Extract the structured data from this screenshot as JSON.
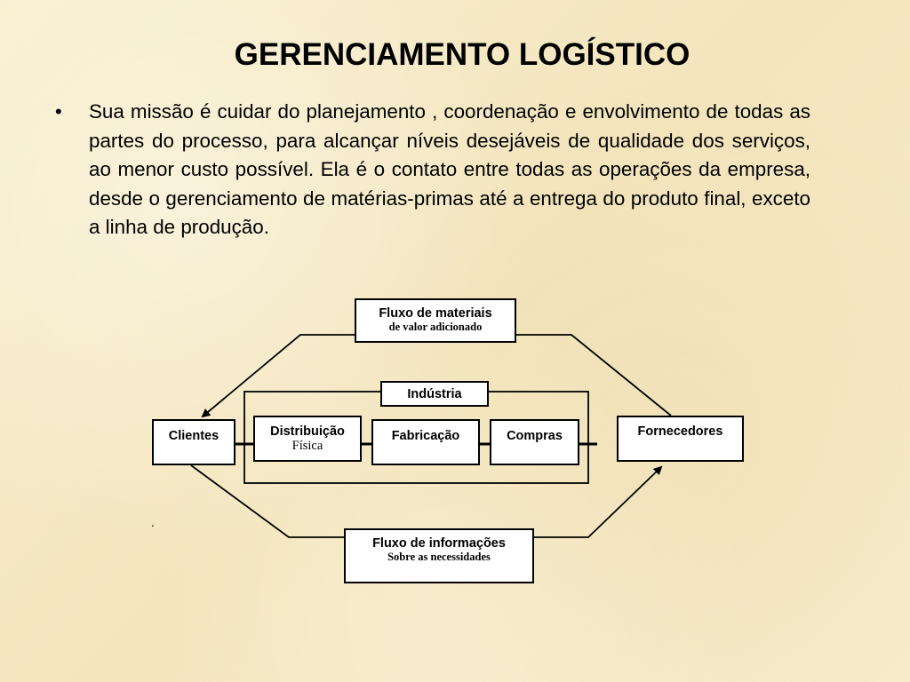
{
  "title": "GERENCIAMENTO LOGÍSTICO",
  "bullet": {
    "marker": "•",
    "text": "Sua missão é cuidar do planejamento , coordenação e envolvimento de todas as partes do processo, para alcançar níveis desejáveis de qualidade dos serviços, ao menor custo possível. Ela é o contato entre todas as operações da empresa, desde o gerenciamento de matérias-primas até a entrega do produto final, exceto a linha de produção."
  },
  "diagram": {
    "fluxo_materiais": {
      "label": "Fluxo de materiais",
      "sub": "de valor adicionado"
    },
    "industria": {
      "label": "Indústria"
    },
    "clientes": {
      "label": "Clientes"
    },
    "distribuicao": {
      "label": "Distribuição",
      "sub": "Física"
    },
    "fabricacao": {
      "label": "Fabricação"
    },
    "compras": {
      "label": "Compras"
    },
    "fornecedores": {
      "label": "Fornecedores"
    },
    "fluxo_informacoes": {
      "label": "Fluxo de informações",
      "sub": "Sobre as necessidades"
    },
    "stray_mark": "."
  },
  "colors": {
    "background": "#f7ecc9",
    "box_fill": "#ffffff",
    "line": "#000000"
  }
}
